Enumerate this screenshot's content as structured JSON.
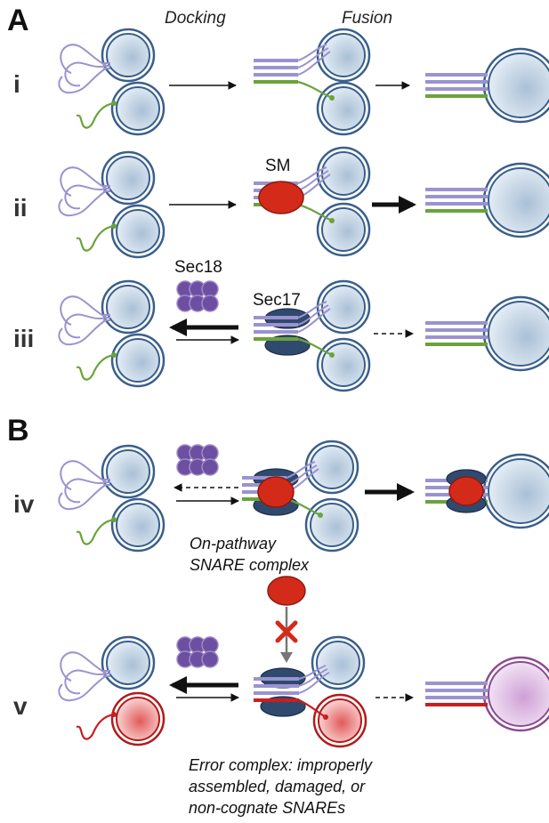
{
  "panels": {
    "A": "A",
    "B": "B"
  },
  "columns": {
    "docking": "Docking",
    "fusion": "Fusion"
  },
  "rows": {
    "i": "i",
    "ii": "ii",
    "iii": "iii",
    "iv": "iv",
    "v": "v"
  },
  "labels": {
    "sm": "SM",
    "sec18": "Sec18",
    "sec17": "Sec17"
  },
  "captions": {
    "on_pathway": [
      "On-pathway",
      "SNARE complex"
    ],
    "error": [
      "Error complex: improperly",
      "assembled, damaged, or",
      "non-cognate SNAREs"
    ]
  },
  "colors": {
    "vesicle_fill": "#c9d8e6",
    "vesicle_ring": "#3a5f8c",
    "snare_purple": "#9a93d0",
    "snare_green": "#6aa33a",
    "sm_red": "#d42a1a",
    "sec17_navy": "#2f4a6e",
    "sec18_purple": "#6d4fa1",
    "error_red": "#c81e1e",
    "error_vesicle": "#e98a8a",
    "hybrid_vesicle": "#d4a9d8",
    "hybrid_ring": "#8d4a93"
  }
}
